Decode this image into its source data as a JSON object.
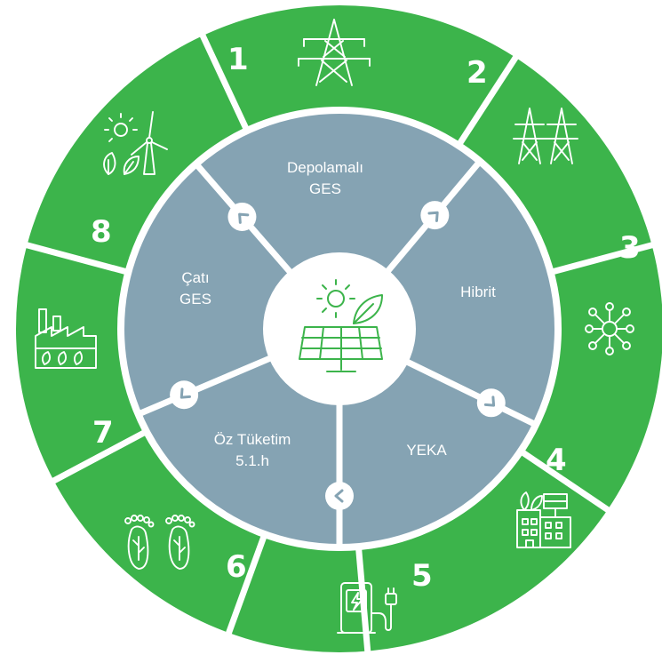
{
  "colors": {
    "outer_ring": "#3cb44b",
    "inner_ring": "#85a3b3",
    "center": "#ffffff",
    "separator": "#ffffff"
  },
  "outer_ring": {
    "sectors": [
      {
        "number": "1",
        "icon": "power-tower-icon"
      },
      {
        "number": "2",
        "icon": "twin-pylons-icon"
      },
      {
        "number": "3",
        "icon": "network-nodes-icon"
      },
      {
        "number": "4",
        "icon": "green-building-icon"
      },
      {
        "number": "5",
        "icon": "ev-charger-icon"
      },
      {
        "number": "6",
        "icon": "eco-footprints-icon"
      },
      {
        "number": "7",
        "icon": "green-factory-icon"
      },
      {
        "number": "8",
        "icon": "wind-sun-leaf-icon"
      }
    ]
  },
  "inner_ring": {
    "segments": [
      {
        "line1": "Depolamalı",
        "line2": "GES"
      },
      {
        "line1": "Hibrit",
        "line2": ""
      },
      {
        "line1": "YEKA",
        "line2": ""
      },
      {
        "line1": "Öz Tüketim",
        "line2": "5.1.h"
      },
      {
        "line1": "Çatı",
        "line2": "GES"
      }
    ]
  },
  "center": {
    "icon": "solar-panel-sun-leaf-icon"
  }
}
